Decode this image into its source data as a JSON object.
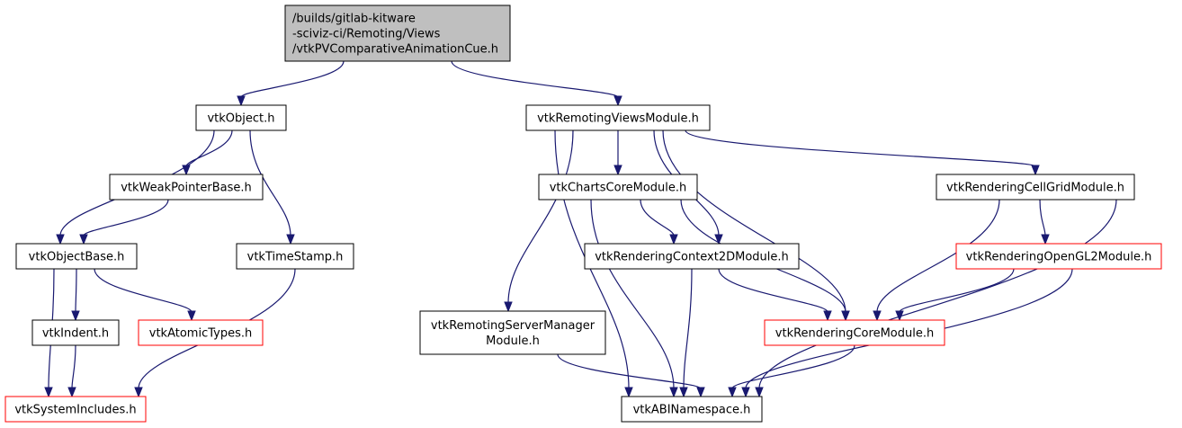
{
  "nodes": [
    {
      "id": "root",
      "lines": [
        "/builds/gitlab-kitware",
        "-sciviz-ci/Remoting/Views",
        "/vtkPVComparativeAnimationCue.h"
      ],
      "kind": "root"
    },
    {
      "id": "vtkObject",
      "lines": [
        "vtkObject.h"
      ],
      "kind": "normal"
    },
    {
      "id": "vtkRemotingViewsModule",
      "lines": [
        "vtkRemotingViewsModule.h"
      ],
      "kind": "normal"
    },
    {
      "id": "vtkWeakPointerBase",
      "lines": [
        "vtkWeakPointerBase.h"
      ],
      "kind": "normal"
    },
    {
      "id": "vtkObjectBase",
      "lines": [
        "vtkObjectBase.h"
      ],
      "kind": "normal"
    },
    {
      "id": "vtkTimeStamp",
      "lines": [
        "vtkTimeStamp.h"
      ],
      "kind": "normal"
    },
    {
      "id": "vtkIndent",
      "lines": [
        "vtkIndent.h"
      ],
      "kind": "normal"
    },
    {
      "id": "vtkAtomicTypes",
      "lines": [
        "vtkAtomicTypes.h"
      ],
      "kind": "missing"
    },
    {
      "id": "vtkSystemIncludes",
      "lines": [
        "vtkSystemIncludes.h"
      ],
      "kind": "missing"
    },
    {
      "id": "vtkChartsCoreModule",
      "lines": [
        "vtkChartsCoreModule.h"
      ],
      "kind": "normal"
    },
    {
      "id": "vtkRenderingCellGridModule",
      "lines": [
        "vtkRenderingCellGridModule.h"
      ],
      "kind": "normal"
    },
    {
      "id": "vtkRenderingContext2DModule",
      "lines": [
        "vtkRenderingContext2DModule.h"
      ],
      "kind": "normal"
    },
    {
      "id": "vtkRenderingOpenGL2Module",
      "lines": [
        "vtkRenderingOpenGL2Module.h"
      ],
      "kind": "missing"
    },
    {
      "id": "vtkRemotingServerManagerModule",
      "lines": [
        "vtkRemotingServerManager",
        "Module.h"
      ],
      "kind": "normal"
    },
    {
      "id": "vtkRenderingCoreModule",
      "lines": [
        "vtkRenderingCoreModule.h"
      ],
      "kind": "missing"
    },
    {
      "id": "vtkABINamespace",
      "lines": [
        "vtkABINamespace.h"
      ],
      "kind": "normal"
    }
  ],
  "edges": [
    [
      "root",
      "vtkObject"
    ],
    [
      "root",
      "vtkRemotingViewsModule"
    ],
    [
      "vtkObject",
      "vtkWeakPointerBase"
    ],
    [
      "vtkObject",
      "vtkObjectBase"
    ],
    [
      "vtkObject",
      "vtkTimeStamp"
    ],
    [
      "vtkWeakPointerBase",
      "vtkObjectBase"
    ],
    [
      "vtkObjectBase",
      "vtkIndent"
    ],
    [
      "vtkObjectBase",
      "vtkAtomicTypes"
    ],
    [
      "vtkObjectBase",
      "vtkSystemIncludes"
    ],
    [
      "vtkIndent",
      "vtkSystemIncludes"
    ],
    [
      "vtkTimeStamp",
      "vtkSystemIncludes"
    ],
    [
      "vtkRemotingViewsModule",
      "vtkChartsCoreModule"
    ],
    [
      "vtkRemotingViewsModule",
      "vtkRenderingCellGridModule"
    ],
    [
      "vtkRemotingViewsModule",
      "vtkRenderingContext2DModule"
    ],
    [
      "vtkRemotingViewsModule",
      "vtkRenderingCoreModule"
    ],
    [
      "vtkRemotingViewsModule",
      "vtkRemotingServerManagerModule"
    ],
    [
      "vtkRemotingViewsModule",
      "vtkABINamespace"
    ],
    [
      "vtkChartsCoreModule",
      "vtkRenderingContext2DModule"
    ],
    [
      "vtkChartsCoreModule",
      "vtkRenderingCoreModule"
    ],
    [
      "vtkChartsCoreModule",
      "vtkABINamespace"
    ],
    [
      "vtkRenderingContext2DModule",
      "vtkRenderingCoreModule"
    ],
    [
      "vtkRenderingContext2DModule",
      "vtkABINamespace"
    ],
    [
      "vtkRenderingCellGridModule",
      "vtkRenderingOpenGL2Module"
    ],
    [
      "vtkRenderingCellGridModule",
      "vtkRenderingCoreModule"
    ],
    [
      "vtkRenderingCellGridModule",
      "vtkABINamespace"
    ],
    [
      "vtkRenderingOpenGL2Module",
      "vtkRenderingCoreModule"
    ],
    [
      "vtkRenderingOpenGL2Module",
      "vtkABINamespace"
    ],
    [
      "vtkRemotingServerManagerModule",
      "vtkABINamespace"
    ],
    [
      "vtkRenderingCoreModule",
      "vtkABINamespace"
    ]
  ],
  "colors": {
    "edge": "#191970",
    "missing_border": "#ff0000",
    "root_fill": "#bfbfbf",
    "node_border": "#000000"
  }
}
